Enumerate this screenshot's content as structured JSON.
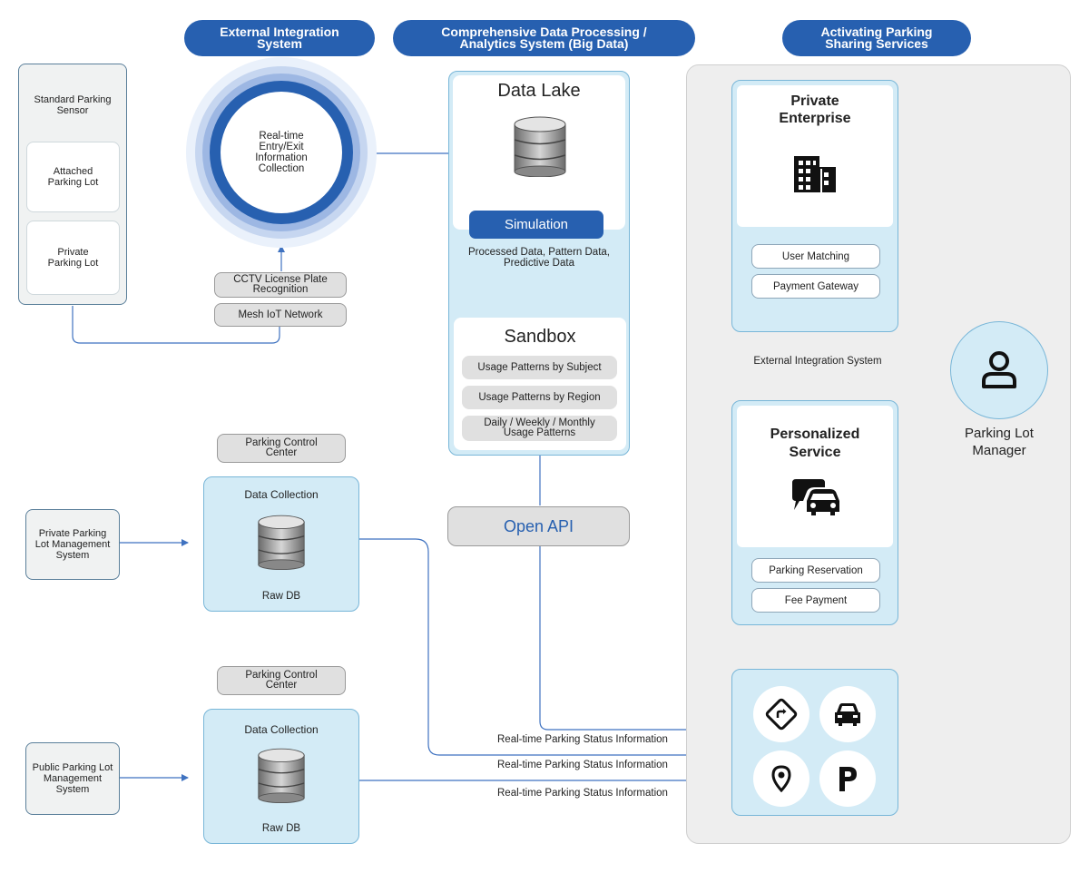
{
  "headers": {
    "external": "External Integration System",
    "comprehensive": "Comprehensive Data Processing / Analytics System (Big Data)",
    "activating": "Activating Parking Sharing Services"
  },
  "left_group": {
    "title": "Standard Parking Sensor",
    "items": [
      "Attached Parking Lot",
      "Private Parking Lot"
    ]
  },
  "ring_label": "Real-time Entry/Exit Information Collection",
  "sensors": {
    "cctv": "CCTV License Plate Recognition",
    "mesh": "Mesh IoT Network"
  },
  "data_lake": {
    "title": "Data Lake",
    "simulation": "Simulation",
    "processed": "Processed Data, Pattern Data, Predictive Data"
  },
  "sandbox": {
    "title": "Sandbox",
    "items": [
      "Usage Patterns by Subject",
      "Usage Patterns by Region",
      "Daily / Weekly / Monthly Usage Patterns"
    ]
  },
  "open_api": "Open API",
  "private_block": {
    "control_center": "Parking Control Center",
    "source": "Private Parking Lot Management System",
    "collection": "Data Collection",
    "raw": "Raw DB"
  },
  "public_block": {
    "control_center": "Parking Control Center",
    "source": "Public Parking Lot Management System",
    "collection": "Data Collection",
    "raw": "Raw DB"
  },
  "enterprise": {
    "title": "Private Enterprise",
    "items": [
      "User Matching",
      "Payment Gateway"
    ]
  },
  "external_label": "External Integration System",
  "personalized": {
    "title": "Personalized Service",
    "items": [
      "Parking Reservation",
      "Fee Payment"
    ]
  },
  "manager": "Parking Lot Manager",
  "status_labels": [
    "Real-time Parking Status Information",
    "Real-time Parking Status Information",
    "Real-time Parking Status Information"
  ],
  "colors": {
    "primary": "#2760b0",
    "light_blue": "#d3ebf6",
    "line_blue": "#3f72c0"
  }
}
